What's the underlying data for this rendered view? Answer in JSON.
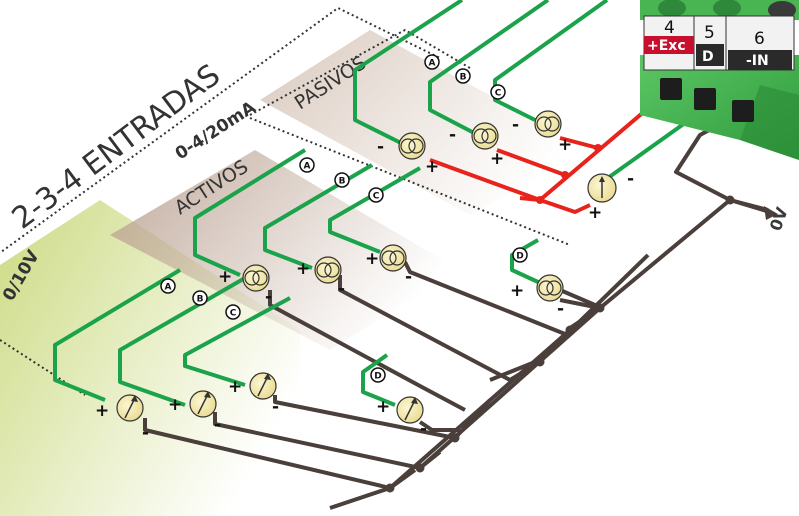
{
  "title": "2-3-4 ENTRADAS",
  "groups": {
    "v0_10": "0/10V",
    "ma": "0-4/20mA",
    "activos": "ACTIVOS",
    "pasivos": "PASIVOS"
  },
  "terminal_block": {
    "terminals": [
      {
        "number": "4",
        "label": "+Exc",
        "color": "#c8102e"
      },
      {
        "number": "5",
        "label": "D",
        "color": "#2a2a2a"
      },
      {
        "number": "6",
        "label": "-IN",
        "color": "#2a2a2a"
      }
    ]
  },
  "ground_label": "0V",
  "channel_letters": [
    "A",
    "B",
    "C",
    "D"
  ],
  "plus_sign": "+",
  "minus_sign": "-",
  "colors": {
    "signal_wire": "#1aa34a",
    "excitation_wire": "#e8231c",
    "ground_wire": "#4a3f3a",
    "terminal_green": "#3db24a",
    "source_fill": "#f3e9a6",
    "v_band": "#c9d97c",
    "activos_band": "#c9b3a4"
  }
}
